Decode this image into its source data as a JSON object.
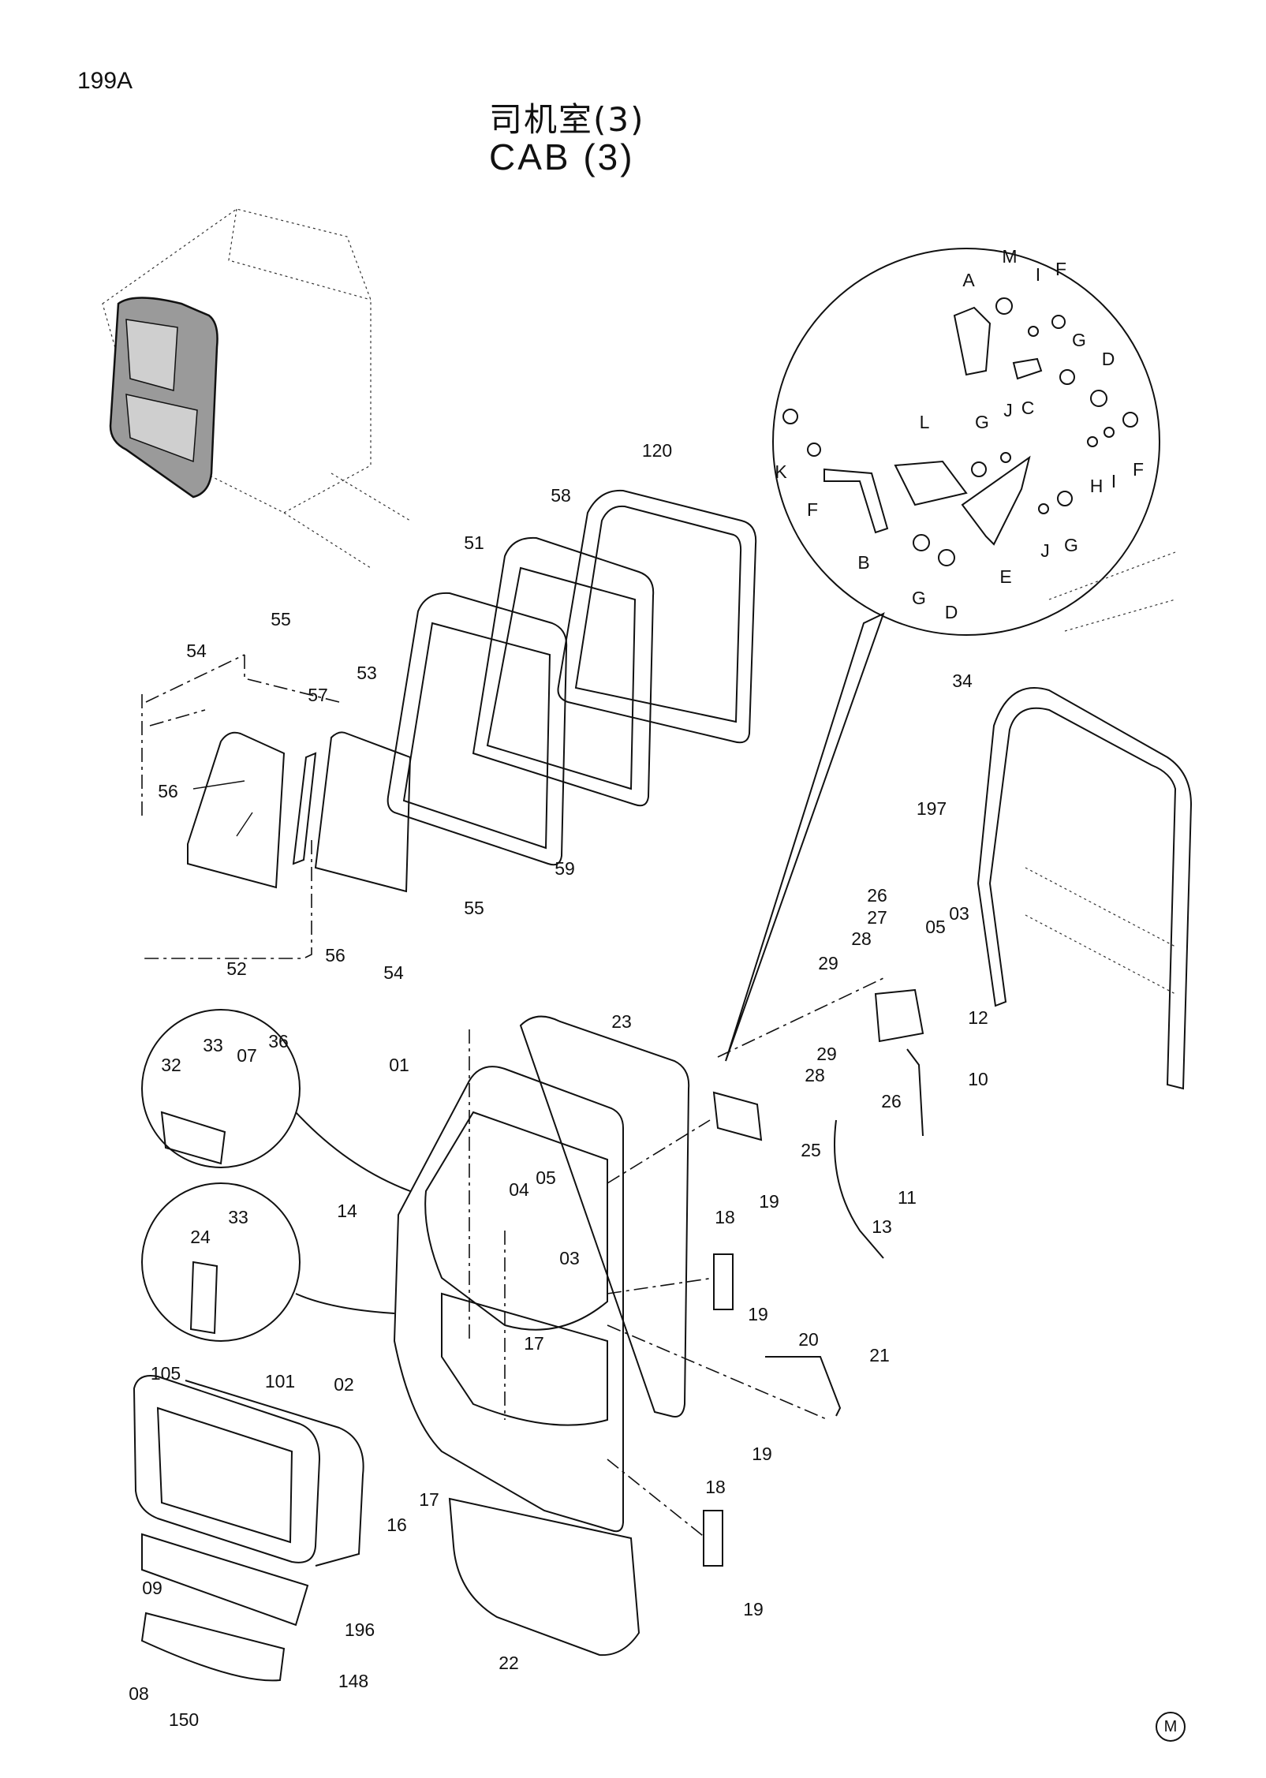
{
  "page": {
    "number": "199A",
    "title_cn": "司机室(3)",
    "title_en": "CAB (3)",
    "mark": "M"
  },
  "callouts": [
    {
      "name": "callout-a",
      "text": "A"
    },
    {
      "name": "callout-m",
      "text": "M"
    },
    {
      "name": "callout-i-top",
      "text": "I"
    },
    {
      "name": "callout-f-top",
      "text": "F"
    },
    {
      "name": "callout-g-top",
      "text": "G"
    },
    {
      "name": "callout-d-top",
      "text": "D"
    },
    {
      "name": "callout-c",
      "text": "C"
    },
    {
      "name": "callout-j-mid",
      "text": "J"
    },
    {
      "name": "callout-g-mid",
      "text": "G"
    },
    {
      "name": "callout-l",
      "text": "L"
    },
    {
      "name": "callout-k",
      "text": "K"
    },
    {
      "name": "callout-f-left",
      "text": "F"
    },
    {
      "name": "callout-b",
      "text": "B"
    },
    {
      "name": "callout-g-bottom",
      "text": "G"
    },
    {
      "name": "callout-d-bottom",
      "text": "D"
    },
    {
      "name": "callout-e",
      "text": "E"
    },
    {
      "name": "callout-j-low",
      "text": "J"
    },
    {
      "name": "callout-g-low",
      "text": "G"
    },
    {
      "name": "callout-h",
      "text": "H"
    },
    {
      "name": "callout-i-right",
      "text": "I"
    },
    {
      "name": "callout-f-right",
      "text": "F"
    },
    {
      "name": "callout-34",
      "text": "34"
    },
    {
      "name": "callout-120",
      "text": "120"
    },
    {
      "name": "callout-58",
      "text": "58"
    },
    {
      "name": "callout-51",
      "text": "51"
    },
    {
      "name": "callout-55-top",
      "text": "55"
    },
    {
      "name": "callout-54-top",
      "text": "54"
    },
    {
      "name": "callout-57",
      "text": "57"
    },
    {
      "name": "callout-53",
      "text": "53"
    },
    {
      "name": "callout-56-left",
      "text": "56"
    },
    {
      "name": "callout-59",
      "text": "59"
    },
    {
      "name": "callout-55-mid",
      "text": "55"
    },
    {
      "name": "callout-52",
      "text": "52"
    },
    {
      "name": "callout-56-mid",
      "text": "56"
    },
    {
      "name": "callout-54-bottom",
      "text": "54"
    },
    {
      "name": "callout-197",
      "text": "197"
    },
    {
      "name": "callout-26-top",
      "text": "26"
    },
    {
      "name": "callout-27",
      "text": "27"
    },
    {
      "name": "callout-28-top",
      "text": "28"
    },
    {
      "name": "callout-29-top",
      "text": "29"
    },
    {
      "name": "callout-05-right",
      "text": "05"
    },
    {
      "name": "callout-03-right",
      "text": "03"
    },
    {
      "name": "callout-12",
      "text": "12"
    },
    {
      "name": "callout-29-low",
      "text": "29"
    },
    {
      "name": "callout-28-low",
      "text": "28"
    },
    {
      "name": "callout-10",
      "text": "10"
    },
    {
      "name": "callout-26-low",
      "text": "26"
    },
    {
      "name": "callout-25",
      "text": "25"
    },
    {
      "name": "callout-11",
      "text": "11"
    },
    {
      "name": "callout-13",
      "text": "13"
    },
    {
      "name": "callout-23",
      "text": "23"
    },
    {
      "name": "callout-01",
      "text": "01"
    },
    {
      "name": "callout-32",
      "text": "32"
    },
    {
      "name": "callout-33-top",
      "text": "33"
    },
    {
      "name": "callout-07",
      "text": "07"
    },
    {
      "name": "callout-36",
      "text": "36"
    },
    {
      "name": "callout-04",
      "text": "04"
    },
    {
      "name": "callout-05-mid",
      "text": "05"
    },
    {
      "name": "callout-03-mid",
      "text": "03"
    },
    {
      "name": "callout-14",
      "text": "14"
    },
    {
      "name": "callout-24",
      "text": "24"
    },
    {
      "name": "callout-33-low",
      "text": "33"
    },
    {
      "name": "callout-18-top",
      "text": "18"
    },
    {
      "name": "callout-19-a",
      "text": "19"
    },
    {
      "name": "callout-19-b",
      "text": "19"
    },
    {
      "name": "callout-20",
      "text": "20"
    },
    {
      "name": "callout-21",
      "text": "21"
    },
    {
      "name": "callout-17-mid",
      "text": "17"
    },
    {
      "name": "callout-105",
      "text": "105"
    },
    {
      "name": "callout-101",
      "text": "101"
    },
    {
      "name": "callout-02",
      "text": "02"
    },
    {
      "name": "callout-16",
      "text": "16"
    },
    {
      "name": "callout-17-low",
      "text": "17"
    },
    {
      "name": "callout-18-low",
      "text": "18"
    },
    {
      "name": "callout-19-c",
      "text": "19"
    },
    {
      "name": "callout-19-d",
      "text": "19"
    },
    {
      "name": "callout-09",
      "text": "09"
    },
    {
      "name": "callout-196",
      "text": "196"
    },
    {
      "name": "callout-08",
      "text": "08"
    },
    {
      "name": "callout-148",
      "text": "148"
    },
    {
      "name": "callout-150",
      "text": "150"
    },
    {
      "name": "callout-22",
      "text": "22"
    }
  ]
}
